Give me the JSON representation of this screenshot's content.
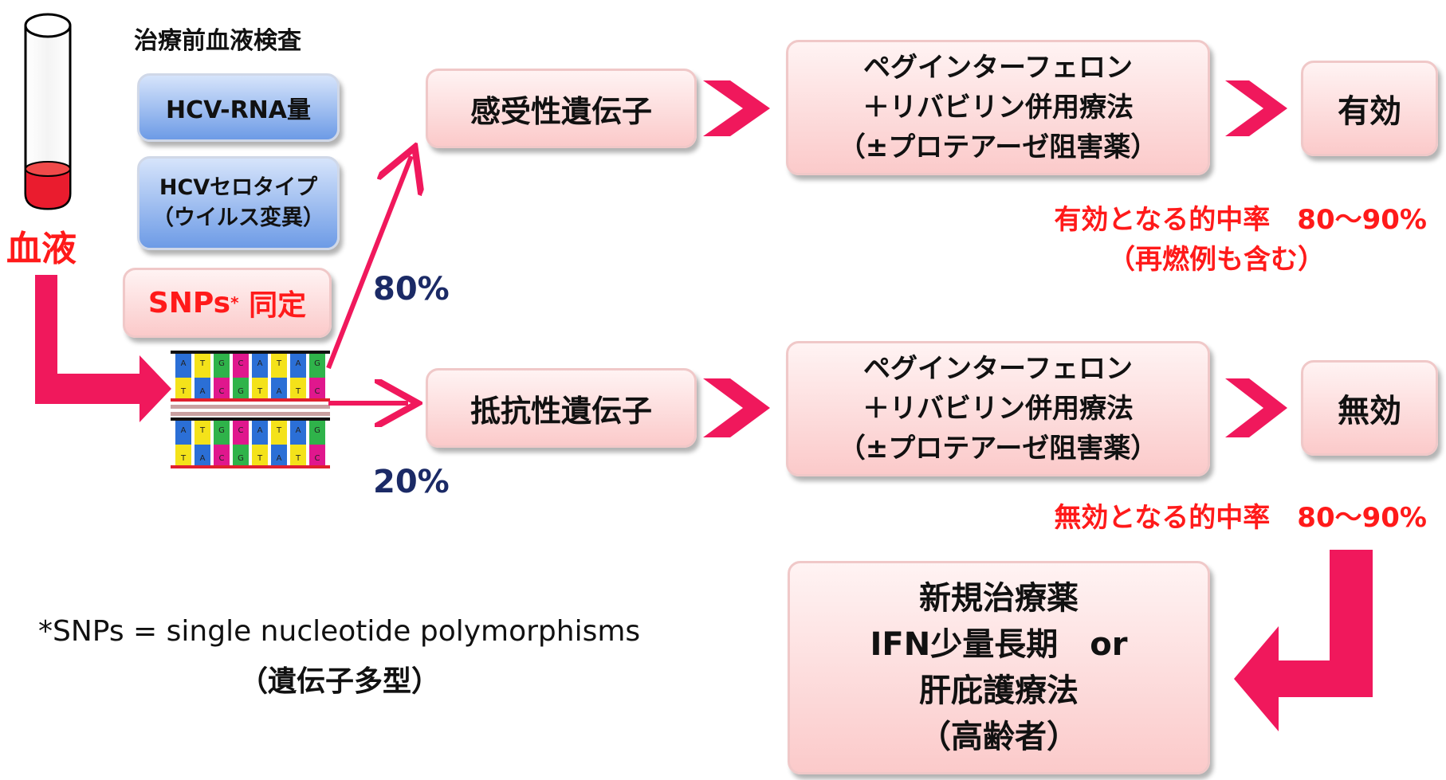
{
  "colors": {
    "arrow": "#f0185c",
    "emphasis": "#ff1a1a",
    "percent": "#1b2a66",
    "box_pink_top": "#fff3f3",
    "box_pink_bottom": "#fbcaca",
    "box_blue_top": "#d6e4fb",
    "box_blue_bottom": "#6d9be6"
  },
  "blood": {
    "label": "血液"
  },
  "pretest": {
    "title": "治療前血液検査",
    "hcv_rna": "HCV-RNA量",
    "serotype_line1": "HCVセロタイプ",
    "serotype_line2": "（ウイルス変異）",
    "snps_label": "SNPs",
    "snps_mark": "*",
    "snps_suffix": " 同定"
  },
  "dna": {
    "top_strand": [
      "A",
      "T",
      "G",
      "C",
      "A",
      "T",
      "A",
      "G"
    ],
    "bottom_strand": [
      "T",
      "A",
      "C",
      "G",
      "T",
      "A",
      "T",
      "C"
    ]
  },
  "paths": {
    "sensitive_percent": "80%",
    "resistant_percent": "20%"
  },
  "upper": {
    "gene": "感受性遺伝子",
    "therapy_line1": "ペグインターフェロン",
    "therapy_line2": "＋リバビリン併用療法",
    "therapy_line3": "（±プロテアーゼ阻害薬）",
    "result": "有効",
    "rate_line1": "有効となる的中率　80～90%",
    "rate_line2": "（再燃例も含む）"
  },
  "lower": {
    "gene": "抵抗性遺伝子",
    "therapy_line1": "ペグインターフェロン",
    "therapy_line2": "＋リバビリン併用療法",
    "therapy_line3": "（±プロテアーゼ阻害薬）",
    "result": "無効",
    "rate_line1": "無効となる的中率　80～90%"
  },
  "alternative": {
    "line1": "新規治療薬",
    "line2": "IFN少量長期　or",
    "line3": "肝庇護療法",
    "line4": "（高齢者）"
  },
  "footnote": {
    "line1": "*SNPs = single nucleotide polymorphisms",
    "line2": "（遺伝子多型）"
  },
  "icons": {
    "test_tube": "test-tube-icon",
    "dna": "dna-strand-icon",
    "chevron": "chevron-right-icon"
  }
}
